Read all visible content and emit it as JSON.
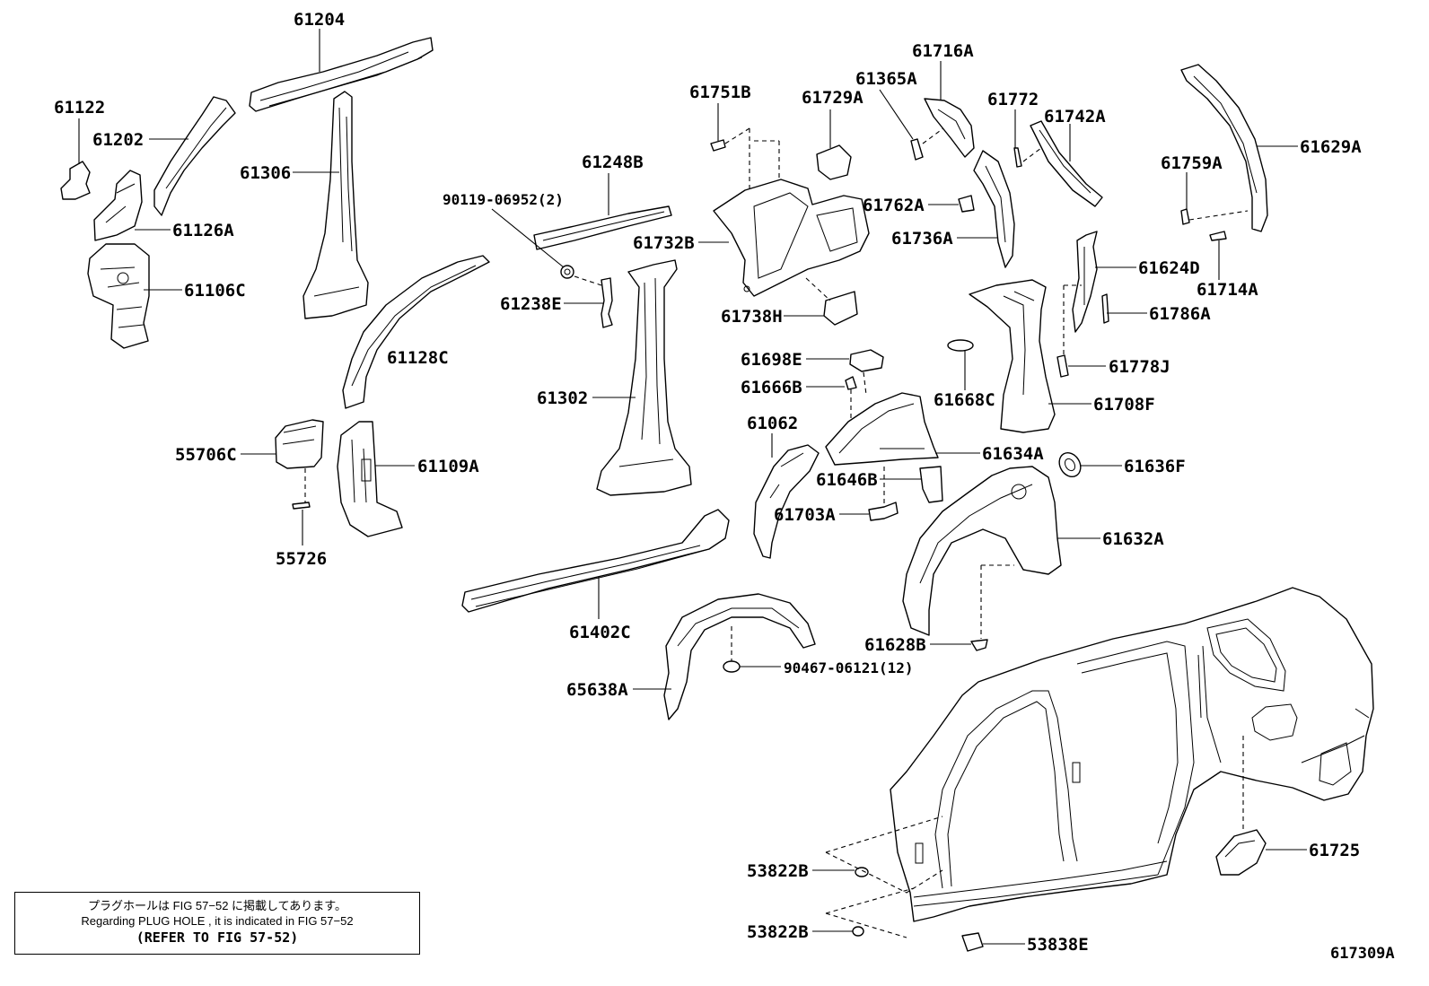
{
  "parts": {
    "p61204": "61204",
    "p61122": "61122",
    "p61202": "61202",
    "p61306": "61306",
    "p61126A": "61126A",
    "p61106C": "61106C",
    "p61128C": "61128C",
    "p55706C": "55706C",
    "p61109A": "61109A",
    "p55726": "55726",
    "p61248B": "61248B",
    "p90119": "90119-06952(2)",
    "p61238E": "61238E",
    "p61302": "61302",
    "p61402C": "61402C",
    "p65638A": "65638A",
    "p90467": "90467-06121(12)",
    "p61751B": "61751B",
    "p61729A": "61729A",
    "p61732B": "61732B",
    "p61738H": "61738H",
    "p61365A": "61365A",
    "p61716A": "61716A",
    "p61772": "61772",
    "p61742A": "61742A",
    "p61762A": "61762A",
    "p61736A": "61736A",
    "p61629A": "61629A",
    "p61759A": "61759A",
    "p61714A": "61714A",
    "p61624D": "61624D",
    "p61786A": "61786A",
    "p61778J": "61778J",
    "p61708F": "61708F",
    "p61668C": "61668C",
    "p61698E": "61698E",
    "p61666B": "61666B",
    "p61062": "61062",
    "p61634A": "61634A",
    "p61646B": "61646B",
    "p61703A": "61703A",
    "p61636F": "61636F",
    "p61632A": "61632A",
    "p61628B": "61628B",
    "p61725": "61725",
    "p53822B_1": "53822B",
    "p53822B_2": "53822B",
    "p53838E": "53838E"
  },
  "note": {
    "line_jp": "プラグホールは FIG 57−52 に掲載してあります。",
    "line_en": "Regarding  PLUG  HOLE , it is indicated in FIG 57−52",
    "line_ref": "(REFER TO FIG 57-52)"
  },
  "figure_code": "617309A"
}
